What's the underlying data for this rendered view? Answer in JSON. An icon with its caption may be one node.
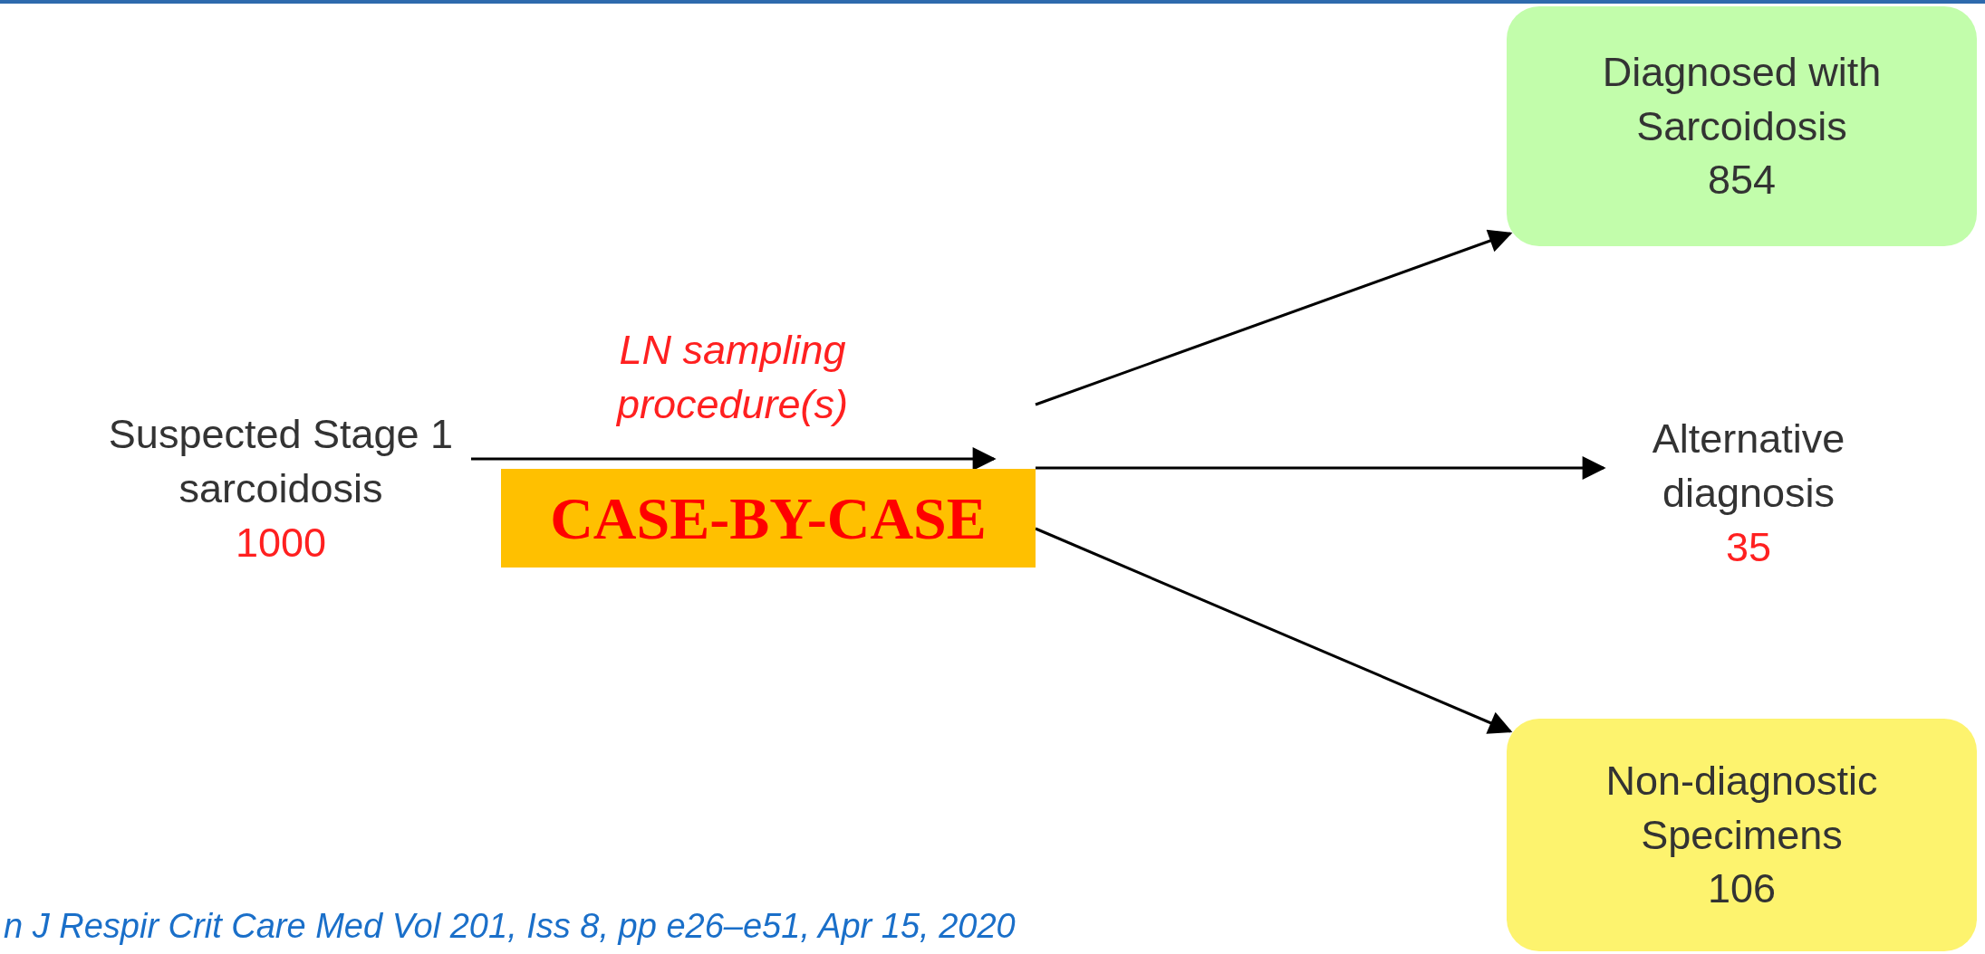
{
  "diagram": {
    "nodes": [
      {
        "text": [
          "Suspected Stage 1 sarcoidosis",
          "1000"
        ]
      },
      {
        "text": [
          "CASE-BY-CASE"
        ]
      },
      {
        "text": [
          "Diagnosed with Sarcoidosis",
          "854"
        ]
      },
      {
        "text": [
          "Alternative diagnosis",
          "35"
        ]
      },
      {
        "text": [
          "Non-diagnostic Specimens",
          "106"
        ]
      }
    ],
    "edges": [
      {
        "from": 0,
        "to": 1,
        "arrow": "to",
        "label": "LN sampling procedure(s)"
      },
      {
        "from": 1,
        "to": 2,
        "arrow": "to"
      },
      {
        "from": 1,
        "to": 3,
        "arrow": "to"
      },
      {
        "from": 1,
        "to": 4,
        "arrow": "to"
      }
    ],
    "labels": [
      "n J Respir Crit Care Med Vol 201, Iss 8, pp e26–e51, Apr 15, 2020"
    ]
  }
}
